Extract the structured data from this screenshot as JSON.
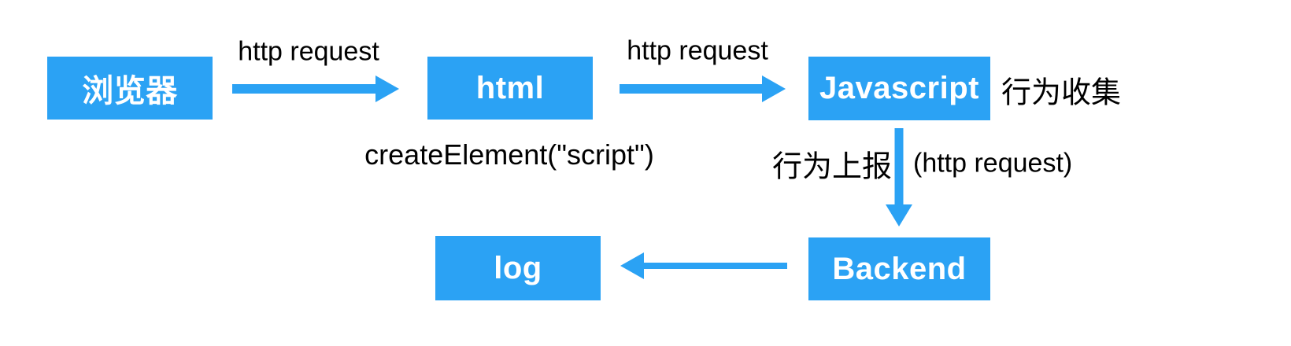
{
  "colors": {
    "node_fill": "#2BA2F4",
    "node_text": "#FFFFFF",
    "label_text": "#000000",
    "background": "#FFFFFF"
  },
  "nodes": {
    "browser": {
      "label": "浏览器"
    },
    "html": {
      "label": "html"
    },
    "javascript": {
      "label": "Javascript"
    },
    "log": {
      "label": "log"
    },
    "backend": {
      "label": "Backend"
    }
  },
  "edges": {
    "browser_to_html": {
      "label": "http request"
    },
    "html_to_javascript": {
      "label": "http request"
    },
    "javascript_to_backend": {
      "label_left": "行为上报",
      "label_right": "(http request)"
    },
    "backend_to_log": {
      "label": ""
    }
  },
  "annotations": {
    "create_element": "createElement(\"script\")",
    "behavior_collect": "行为收集"
  }
}
